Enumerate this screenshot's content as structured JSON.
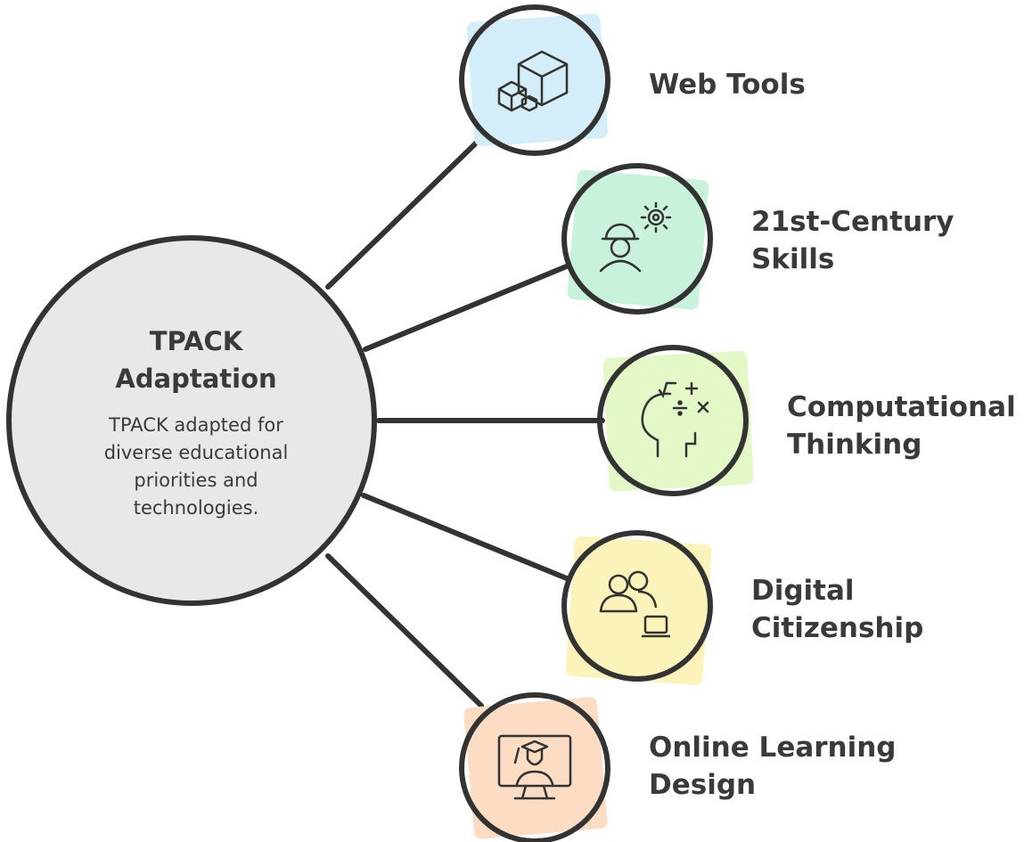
{
  "diagram": {
    "center": {
      "title": "TPACK\nAdaptation",
      "description": "TPACK adapted for\ndiverse educational\npriorities and\ntechnologies.",
      "fill": "#e8e8e8"
    },
    "nodes": [
      {
        "id": "web-tools",
        "label": "Web Tools",
        "icon": "cubes-icon",
        "color": "#d4eef9"
      },
      {
        "id": "21st-century-skills",
        "label": "21st-Century\nSkills",
        "icon": "worker-gear-icon",
        "color": "#c8f2dc"
      },
      {
        "id": "computational-thinking",
        "label": "Computational\nThinking",
        "icon": "head-math-icon",
        "color": "#e4f7c6"
      },
      {
        "id": "digital-citizenship",
        "label": "Digital\nCitizenship",
        "icon": "users-laptop-icon",
        "color": "#fbf3b9"
      },
      {
        "id": "online-learning-design",
        "label": "Online Learning\nDesign",
        "icon": "graduate-monitor-icon",
        "color": "#fcdcc2"
      }
    ],
    "stroke_color": "#333333"
  }
}
